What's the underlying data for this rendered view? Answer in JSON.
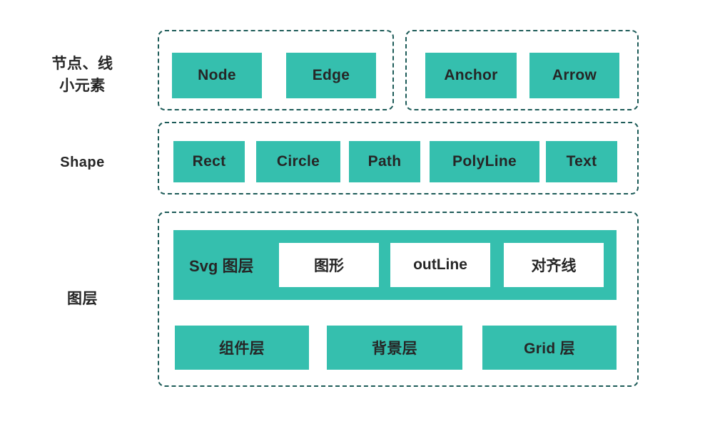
{
  "theme": {
    "background": "#ffffff",
    "chip_fill": "#35bfae",
    "chip_text": "#262626",
    "dashed_border": "#1d5b58",
    "white_chip_fill": "#ffffff"
  },
  "rows": {
    "nodes": {
      "label": "节点、线\n小元素",
      "groups": [
        {
          "name": "node-edge-group",
          "chips": [
            "Node",
            "Edge"
          ]
        },
        {
          "name": "anchor-arrow-group",
          "chips": [
            "Anchor",
            "Arrow"
          ]
        }
      ]
    },
    "shape": {
      "label": "Shape",
      "chips": [
        "Rect",
        "Circle",
        "Path",
        "PolyLine",
        "Text"
      ]
    },
    "layer": {
      "label": "图层",
      "svg_layer": {
        "title": "Svg 图层",
        "chips": [
          "图形",
          "outLine",
          "对齐线"
        ]
      },
      "base_chips": [
        "组件层",
        "背景层",
        "Grid 层"
      ]
    }
  }
}
